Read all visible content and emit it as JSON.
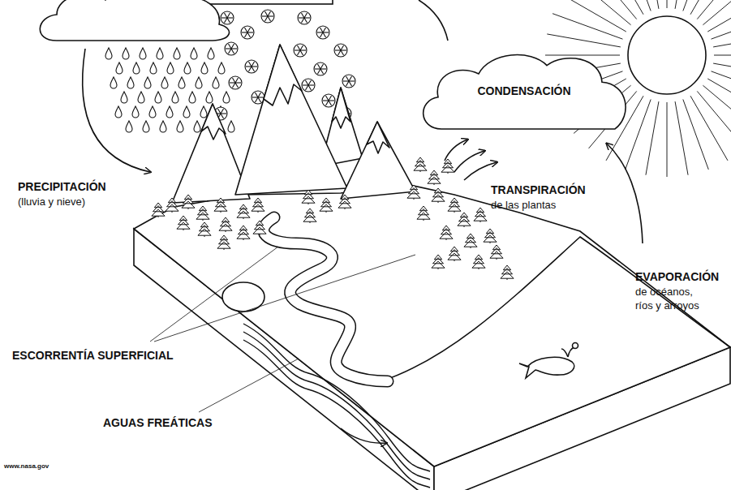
{
  "diagram": {
    "nodes": [
      {
        "text": [
          "CONDENSACIÓN"
        ]
      }
    ],
    "labels": [
      "PRECIPITACIÓN",
      "(lluvia y nieve)",
      "TRANSPIRACIÓN",
      "de las plantas",
      "EVAPORACIÓN",
      "de océanos, ríos y arroyos",
      "ESCORRENTÍA SUPERFICIAL",
      "AGUAS FREÁTICAS",
      "www.nasa.gov"
    ]
  }
}
